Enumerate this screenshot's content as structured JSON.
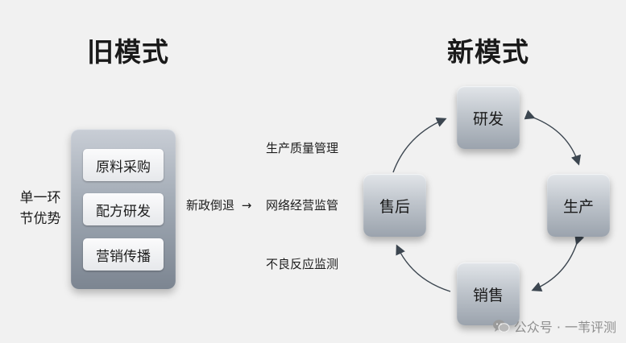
{
  "old_model": {
    "title": "旧模式",
    "side_label_line1": "单一环",
    "side_label_line2": "节优势",
    "items": [
      "原料采购",
      "配方研发",
      "营销传播"
    ]
  },
  "transition": {
    "label": "新政倒退",
    "arrow": "→",
    "items": [
      "生产质量管理",
      "网络经营监管",
      "不良反应监测"
    ]
  },
  "new_model": {
    "title": "新模式",
    "nodes": [
      "研发",
      "生产",
      "销售",
      "售后"
    ]
  },
  "watermark": {
    "text": "公众号 · 一苇评测",
    "icon": "wechat-logo-icon"
  }
}
